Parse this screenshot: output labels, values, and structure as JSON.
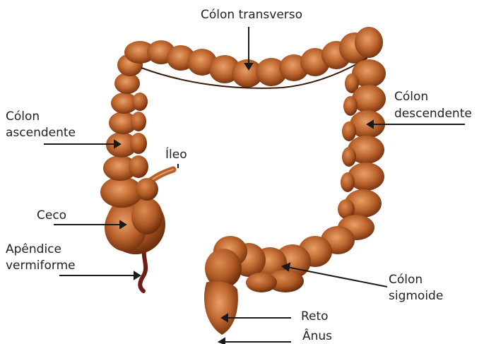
{
  "diagram": {
    "labels": {
      "colon_transverso": "Cólon transverso",
      "colon_descendente_1": "Cólon",
      "colon_descendente_2": "descendente",
      "colon_ascendente_1": "Cólon",
      "colon_ascendente_2": "ascendente",
      "ileo": "Íleo",
      "ceco": "Ceco",
      "apendice_1": "Apêndice",
      "apendice_2": "vermiforme",
      "colon_sigmoide_1": "Cólon",
      "colon_sigmoide_2": "sigmoide",
      "reto": "Reto",
      "anus": "Ânus"
    },
    "colors": {
      "organ_fill": "#b8602a",
      "organ_dark": "#7a3510",
      "organ_highlight": "#e39a62",
      "appendix": "#6e1e14",
      "leader_line": "#1a1a1a"
    }
  }
}
